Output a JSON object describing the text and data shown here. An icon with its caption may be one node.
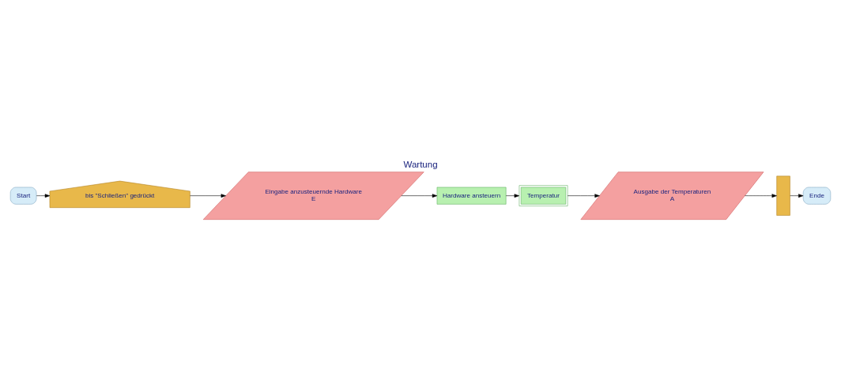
{
  "diagram": {
    "title": "Wartung",
    "nodes": [
      {
        "text": [
          "Start"
        ]
      },
      {
        "text": [
          "bis \"Schließen\" gedrückt"
        ]
      },
      {
        "text": [
          "Eingabe anzusteuernde Hardware",
          "E"
        ]
      },
      {
        "text": [
          "Hardware ansteuern"
        ]
      },
      {
        "text": [
          "Temperatur"
        ]
      },
      {
        "text": [
          "Ausgabe der Temperaturen",
          "A"
        ]
      },
      {
        "text": [],
        "shape": "box"
      },
      {
        "text": [
          "Ende"
        ]
      }
    ],
    "edges": [
      {
        "from": 0,
        "to": 1,
        "arrow": "to"
      },
      {
        "from": 1,
        "to": 2,
        "arrow": "to"
      },
      {
        "from": 2,
        "to": 3,
        "arrow": "to"
      },
      {
        "from": 3,
        "to": 4,
        "arrow": "to"
      },
      {
        "from": 4,
        "to": 5,
        "arrow": "to"
      },
      {
        "from": 5,
        "to": 6,
        "arrow": "to"
      },
      {
        "from": 6,
        "to": 7,
        "arrow": "to"
      }
    ]
  }
}
